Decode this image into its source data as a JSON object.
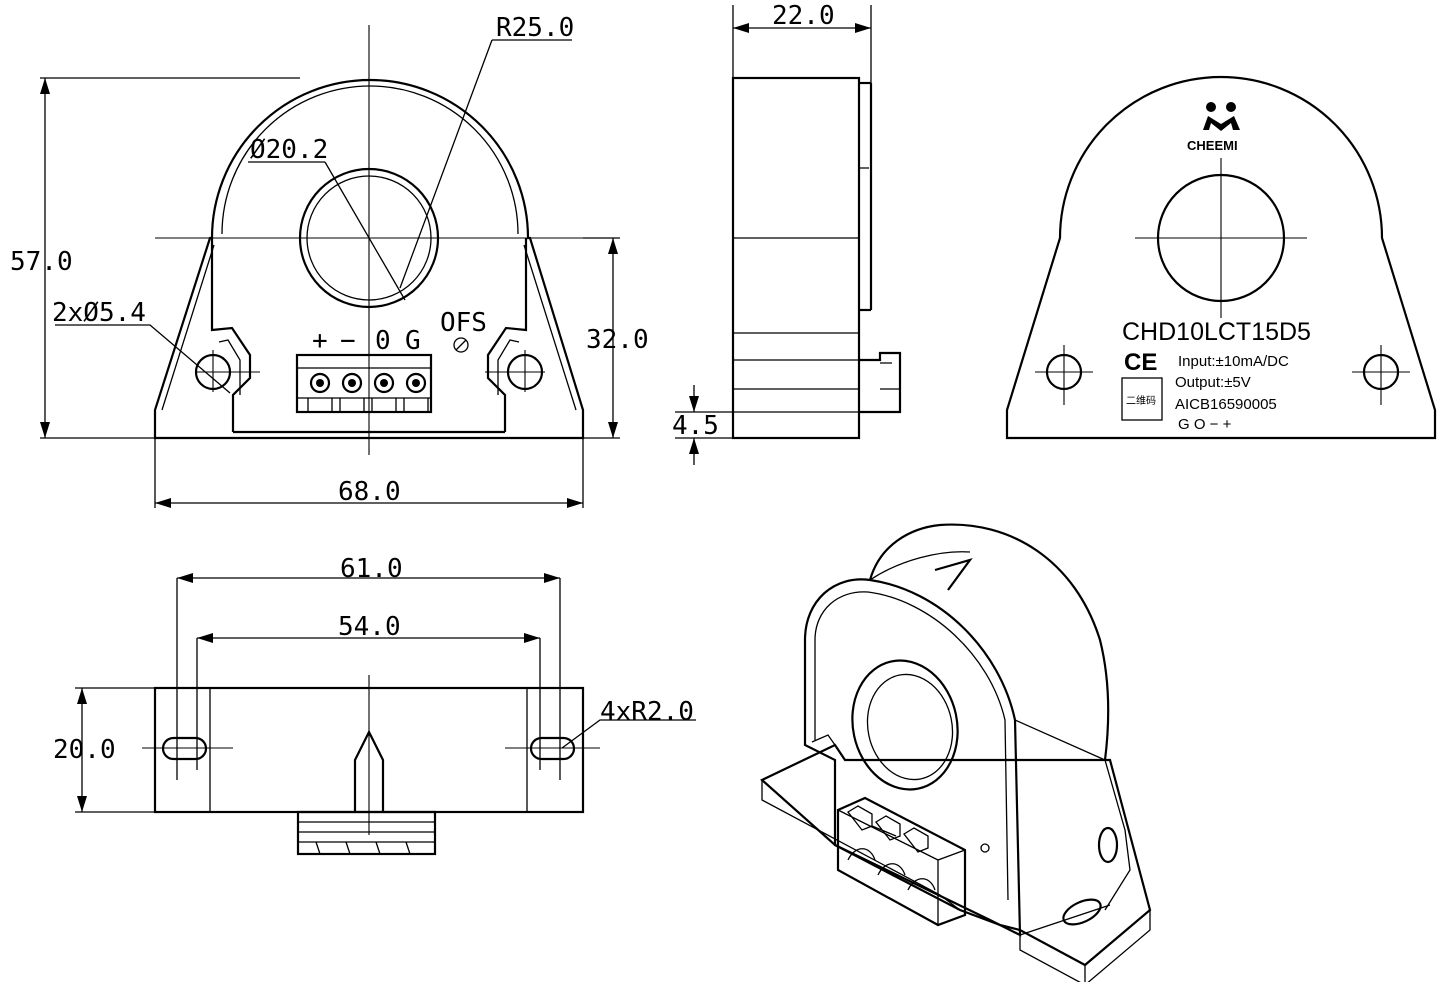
{
  "dimensions": {
    "r25": "R25.0",
    "d20": "Ø20.2",
    "h57": "57.0",
    "hole": "2xØ5.4",
    "h32": "32.0",
    "w68": "68.0",
    "w22": "22.0",
    "t45": "4.5",
    "w61": "61.0",
    "w54": "54.0",
    "h20": "20.0",
    "slot": "4xR2.0"
  },
  "terminals": {
    "plus": "+",
    "minus": "−",
    "zero": "0",
    "ground": "G",
    "ofs": "OFS"
  },
  "label": {
    "brand": "CHEEMI",
    "model": "CHD10LCT15D5",
    "ce": "CE",
    "input": "Input:±10mA/DC",
    "output": "Output:±5V",
    "qr": "二维码",
    "serial": "AICB16590005",
    "pins": "G  O  −  +"
  }
}
